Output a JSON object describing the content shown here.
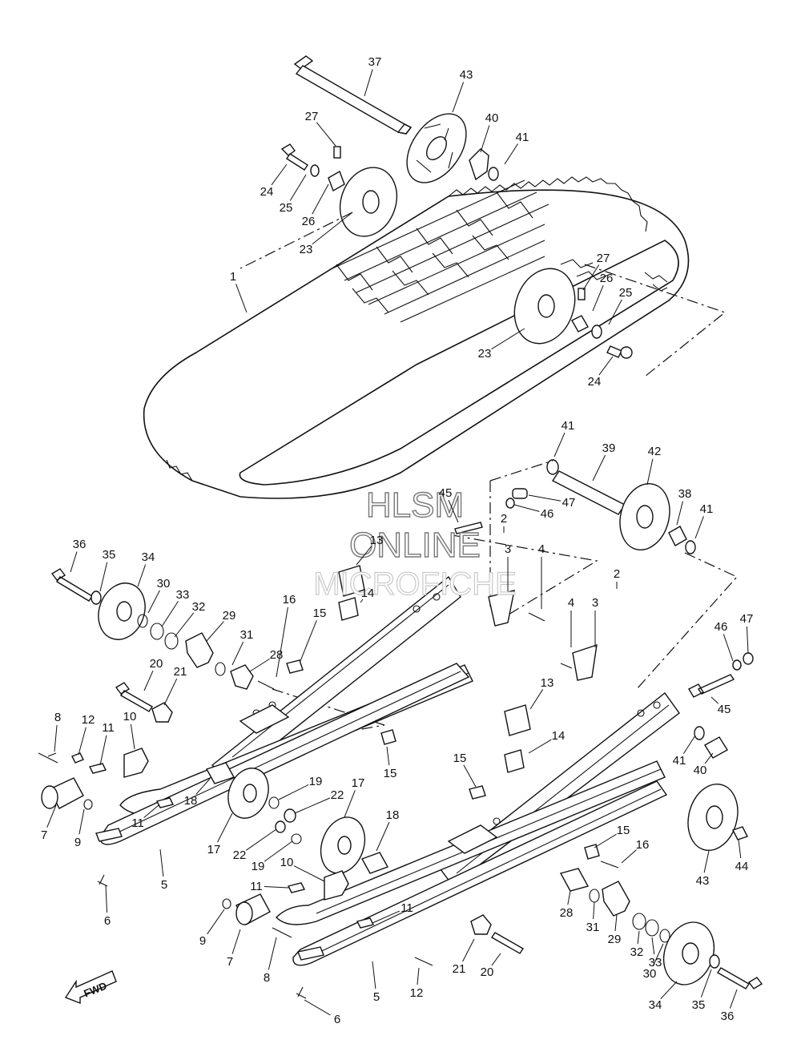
{
  "watermark": {
    "line1": "HLSM",
    "line2": "ONLINE",
    "line3": "MICROFICHE"
  },
  "direction_indicator": {
    "label": "FWD"
  },
  "callouts": [
    {
      "id": "c1",
      "text": "37"
    },
    {
      "id": "c2",
      "text": "43"
    },
    {
      "id": "c3",
      "text": "40"
    },
    {
      "id": "c4",
      "text": "41"
    },
    {
      "id": "c5",
      "text": "27"
    },
    {
      "id": "c6",
      "text": "24"
    },
    {
      "id": "c7",
      "text": "25"
    },
    {
      "id": "c8",
      "text": "26"
    },
    {
      "id": "c9",
      "text": "23"
    },
    {
      "id": "c10",
      "text": "1"
    },
    {
      "id": "c11",
      "text": "27"
    },
    {
      "id": "c12",
      "text": "26"
    },
    {
      "id": "c13",
      "text": "25"
    },
    {
      "id": "c14",
      "text": "23"
    },
    {
      "id": "c15",
      "text": "24"
    },
    {
      "id": "c16",
      "text": "41"
    },
    {
      "id": "c17",
      "text": "39"
    },
    {
      "id": "c18",
      "text": "42"
    },
    {
      "id": "c19",
      "text": "45"
    },
    {
      "id": "c20",
      "text": "47"
    },
    {
      "id": "c21",
      "text": "46"
    },
    {
      "id": "c22",
      "text": "38"
    },
    {
      "id": "c23",
      "text": "41"
    },
    {
      "id": "c24",
      "text": "2"
    },
    {
      "id": "c25",
      "text": "3"
    },
    {
      "id": "c26",
      "text": "4"
    },
    {
      "id": "c27",
      "text": "13"
    },
    {
      "id": "c28",
      "text": "36"
    },
    {
      "id": "c29",
      "text": "35"
    },
    {
      "id": "c30",
      "text": "34"
    },
    {
      "id": "c31",
      "text": "30"
    },
    {
      "id": "c32",
      "text": "33"
    },
    {
      "id": "c33",
      "text": "32"
    },
    {
      "id": "c34",
      "text": "29"
    },
    {
      "id": "c35",
      "text": "16"
    },
    {
      "id": "c36",
      "text": "14"
    },
    {
      "id": "c37",
      "text": "15"
    },
    {
      "id": "c38",
      "text": "31"
    },
    {
      "id": "c39",
      "text": "28"
    },
    {
      "id": "c40",
      "text": "2"
    },
    {
      "id": "c41",
      "text": "4"
    },
    {
      "id": "c42",
      "text": "3"
    },
    {
      "id": "c43",
      "text": "46"
    },
    {
      "id": "c44",
      "text": "47"
    },
    {
      "id": "c45",
      "text": "20"
    },
    {
      "id": "c46",
      "text": "21"
    },
    {
      "id": "c47",
      "text": "45"
    },
    {
      "id": "c48",
      "text": "8"
    },
    {
      "id": "c49",
      "text": "12"
    },
    {
      "id": "c50",
      "text": "11"
    },
    {
      "id": "c51",
      "text": "10"
    },
    {
      "id": "c52",
      "text": "13"
    },
    {
      "id": "c53",
      "text": "15"
    },
    {
      "id": "c54",
      "text": "14"
    },
    {
      "id": "c55",
      "text": "41"
    },
    {
      "id": "c56",
      "text": "40"
    },
    {
      "id": "c57",
      "text": "7"
    },
    {
      "id": "c58",
      "text": "9"
    },
    {
      "id": "c59",
      "text": "18"
    },
    {
      "id": "c60",
      "text": "19"
    },
    {
      "id": "c61",
      "text": "22"
    },
    {
      "id": "c62",
      "text": "17"
    },
    {
      "id": "c63",
      "text": "11"
    },
    {
      "id": "c64",
      "text": "15"
    },
    {
      "id": "c65",
      "text": "17"
    },
    {
      "id": "c66",
      "text": "18"
    },
    {
      "id": "c67",
      "text": "15"
    },
    {
      "id": "c68",
      "text": "16"
    },
    {
      "id": "c69",
      "text": "22"
    },
    {
      "id": "c70",
      "text": "19"
    },
    {
      "id": "c71",
      "text": "5"
    },
    {
      "id": "c72",
      "text": "6"
    },
    {
      "id": "c73",
      "text": "43"
    },
    {
      "id": "c74",
      "text": "44"
    },
    {
      "id": "c75",
      "text": "10"
    },
    {
      "id": "c76",
      "text": "11"
    },
    {
      "id": "c77",
      "text": "28"
    },
    {
      "id": "c78",
      "text": "11"
    },
    {
      "id": "c79",
      "text": "31"
    },
    {
      "id": "c80",
      "text": "29"
    },
    {
      "id": "c81",
      "text": "9"
    },
    {
      "id": "c82",
      "text": "7"
    },
    {
      "id": "c83",
      "text": "8"
    },
    {
      "id": "c84",
      "text": "21"
    },
    {
      "id": "c85",
      "text": "20"
    },
    {
      "id": "c86",
      "text": "32"
    },
    {
      "id": "c87",
      "text": "33"
    },
    {
      "id": "c88",
      "text": "30"
    },
    {
      "id": "c89",
      "text": "12"
    },
    {
      "id": "c90",
      "text": "5"
    },
    {
      "id": "c91",
      "text": "6"
    },
    {
      "id": "c92",
      "text": "34"
    },
    {
      "id": "c93",
      "text": "35"
    },
    {
      "id": "c94",
      "text": "36"
    }
  ]
}
